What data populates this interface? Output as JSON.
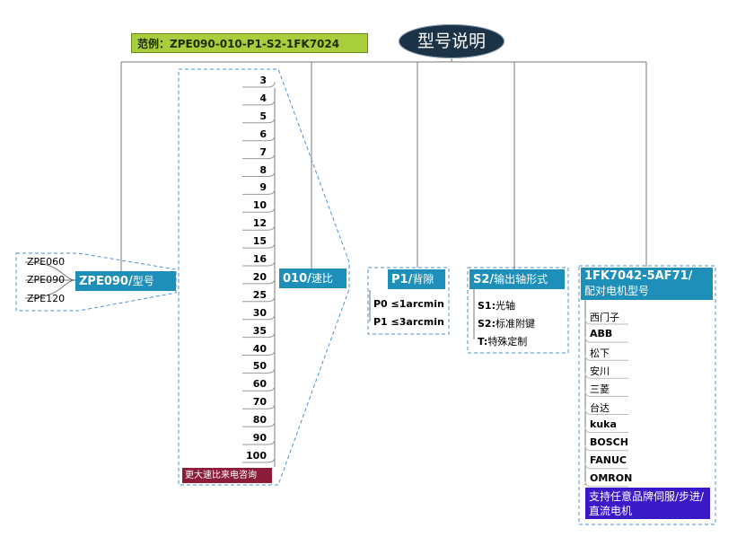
{
  "header": {
    "example": "范例：ZPE090-010-P1-S2-1FK7024",
    "title": "型号说明"
  },
  "model": {
    "label": "ZPE090/",
    "label_cn": "型号",
    "options": [
      "ZPE060",
      "ZPE090",
      "ZPE120"
    ]
  },
  "ratio": {
    "label": "010/",
    "label_cn": "速比",
    "options": [
      "3",
      "4",
      "5",
      "6",
      "7",
      "8",
      "9",
      "10",
      "12",
      "15",
      "16",
      "20",
      "25",
      "30",
      "35",
      "40",
      "50",
      "60",
      "70",
      "80",
      "90",
      "100"
    ],
    "note": "更大速比来电咨询"
  },
  "backlash": {
    "label": "P1/",
    "label_cn": "背隙",
    "options": [
      "P0 ≤1arcmin",
      "P1 ≤3arcmin"
    ]
  },
  "shaft": {
    "label": "S2/",
    "label_cn": "输出轴形式",
    "options": [
      {
        "code": "S1:",
        "text": "光轴"
      },
      {
        "code": "S2:",
        "text": "标准附键"
      },
      {
        "code": "T:",
        "text": "特殊定制"
      }
    ]
  },
  "motor": {
    "label": "1FK7042-5AF71/",
    "label_cn": "配对电机型号",
    "options": [
      "西门子",
      "ABB",
      "松下",
      "安川",
      "三菱",
      "台达",
      "kuka",
      "BOSCH",
      "FANUC",
      "OMRON"
    ],
    "bold_options": [
      "ABB",
      "kuka",
      "BOSCH",
      "FANUC",
      "OMRON"
    ],
    "note": "支持任意品牌伺服/步进/直流电机"
  },
  "colors": {
    "category": "#1d8fb8",
    "title_oval": "#1c3347",
    "example_bg": "#a8cf3b",
    "inquiry_bg": "#8b1c3a",
    "support_bg": "#3a19c8",
    "dashed": "#4a90d9"
  }
}
